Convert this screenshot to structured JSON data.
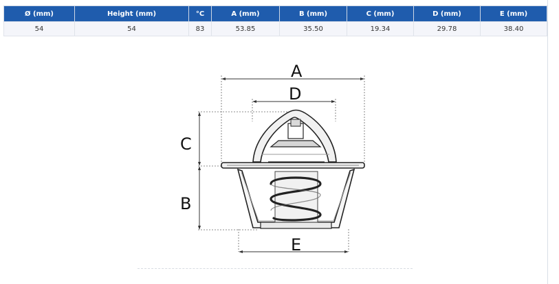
{
  "specs_table": {
    "headers": [
      "Ø (mm)",
      "Height (mm)",
      "°C",
      "A (mm)",
      "B (mm)",
      "C (mm)",
      "D (mm)",
      "E (mm)"
    ],
    "row": [
      "54",
      "54",
      "83",
      "53.85",
      "35.50",
      "19.34",
      "29.78",
      "38.40"
    ]
  },
  "diagram": {
    "labels": {
      "a": "A",
      "b": "B",
      "c": "C",
      "d": "D",
      "e": "E"
    },
    "icon": "thermostat-dimension-diagram"
  },
  "colors": {
    "header_bg": "#1f5cad",
    "header_text": "#ffffff",
    "row_bg": "#f4f5fa"
  }
}
